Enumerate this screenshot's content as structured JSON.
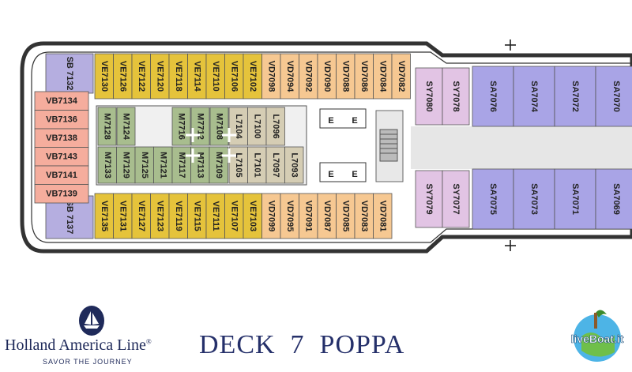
{
  "deck": {
    "title": "DECK  7  POPPA"
  },
  "brand": {
    "name": "Holland America Line",
    "reg": "®",
    "tagline": "SAVOR THE JOURNEY"
  },
  "watermark": {
    "text": "liveBoat.it"
  },
  "colors": {
    "VE": "#e5c33b",
    "VD": "#f6c892",
    "VB": "#f5ad9d",
    "SB": "#b5aee0",
    "SY": "#e2c4e4",
    "SA": "#a9a4e6",
    "M": "#a8bd8e",
    "L": "#d5cdb4",
    "hull": "#333333",
    "corridor": "#e6e6e6"
  },
  "cabins": {
    "top_row": [
      "VE7130",
      "VE7126",
      "VE7122",
      "VE7120",
      "VE7118",
      "VE7114",
      "VE7110",
      "VE7106",
      "VE7102",
      "VD7098",
      "VD7094",
      "VD7092",
      "VD7090",
      "VD7088",
      "VD7086",
      "VD7084",
      "VD7082"
    ],
    "bottom_row": [
      "VE7135",
      "VE7131",
      "VE7127",
      "VE7123",
      "VE7119",
      "VE7115",
      "VE7111",
      "VE7107",
      "VE7103",
      "VD7099",
      "VD7095",
      "VD7091",
      "VD7087",
      "VD7085",
      "VD7083",
      "VD7081"
    ],
    "stern_top": "SB 7132",
    "stern_bottom": "SB 7137",
    "stern_side": [
      "VB7134",
      "VB7136",
      "VB7138",
      "VB7143",
      "VB7141",
      "VB7139"
    ],
    "inner_m_top": [
      "M7128",
      "M7124",
      "M7716",
      "M7712",
      "M7108"
    ],
    "inner_m_bottom": [
      "M7133",
      "M7129",
      "M7125",
      "M7121",
      "M7117",
      "M7113",
      "M7109"
    ],
    "inner_l_top": [
      "L7104",
      "L7100",
      "L7096"
    ],
    "inner_l_bottom": [
      "L7105",
      "L7101",
      "L7097",
      "L7093"
    ],
    "sy_top": [
      "SY7080",
      "SY7078"
    ],
    "sy_bottom": [
      "SY7079",
      "SY7077"
    ],
    "sa_top": [
      "SA7076",
      "SA7074",
      "SA7072",
      "SA7070"
    ],
    "sa_bottom": [
      "SA7075",
      "SA7073",
      "SA7071",
      "SA7069"
    ]
  },
  "elevator_label": "E"
}
